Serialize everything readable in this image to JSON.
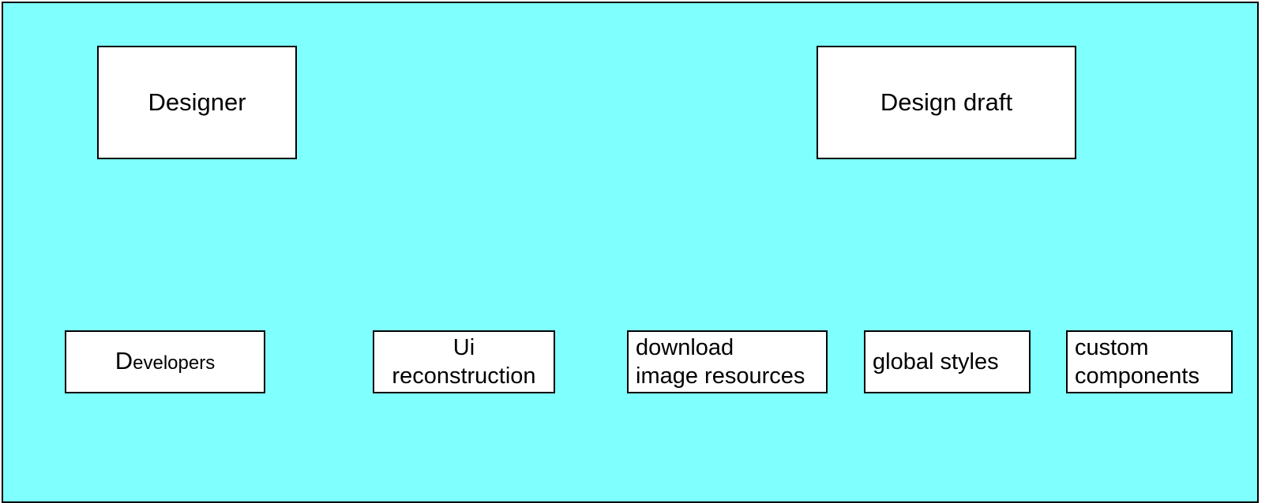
{
  "diagram": {
    "background_color": "#80ffff",
    "node_fill": "#ffffff",
    "top_row": {
      "designer": {
        "label": "Designer"
      },
      "design_draft": {
        "label": "Design draft"
      }
    },
    "bottom_row": {
      "developers": {
        "label_first_letter": "D",
        "label_rest": "evelopers"
      },
      "ui_reconstruction": {
        "line1": "Ui",
        "line2": "reconstruction"
      },
      "download_image_resources": {
        "line1": "download",
        "line2": "image resources"
      },
      "global_styles": {
        "label": "global styles"
      },
      "custom_components": {
        "line1": "custom",
        "line2": "components"
      }
    }
  }
}
